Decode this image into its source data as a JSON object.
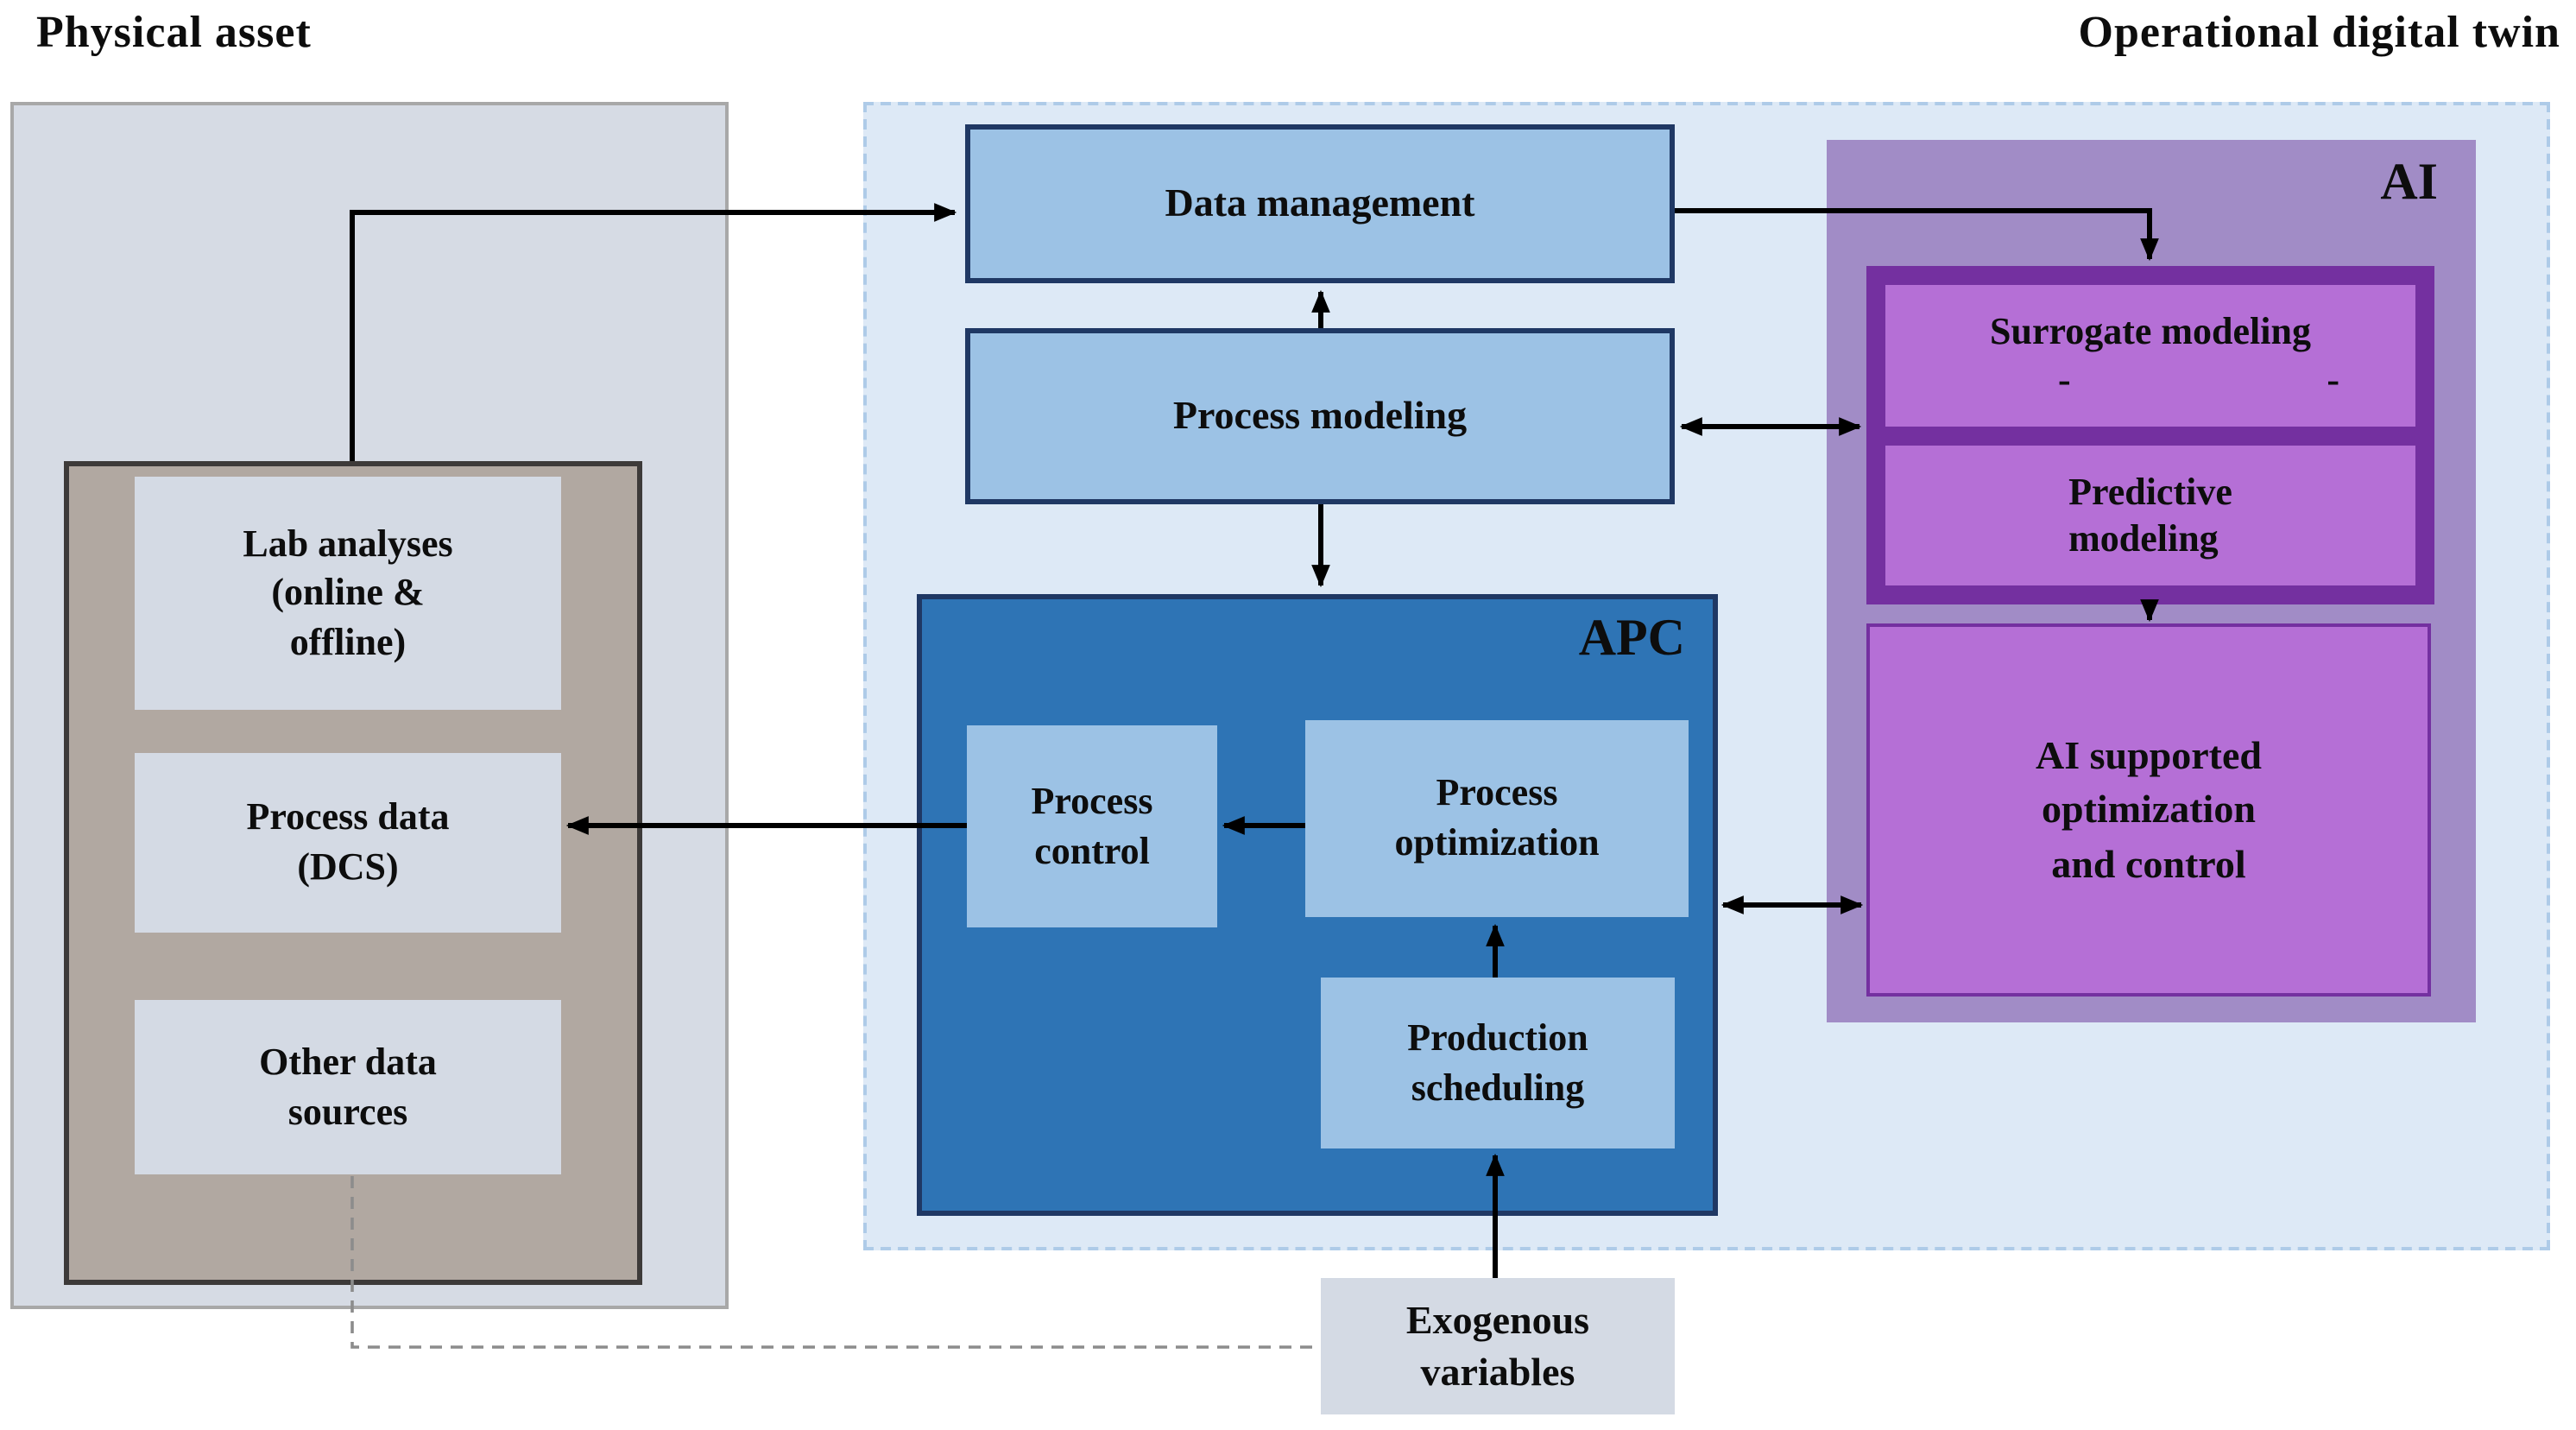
{
  "titles": {
    "physical_asset": "Physical asset",
    "digital_twin": "Operational digital twin"
  },
  "physical_asset": {
    "sources": [
      {
        "label": "Lab analyses\n(online &\noffline)"
      },
      {
        "label": "Process data\n(DCS)"
      },
      {
        "label": "Other data\nsources"
      }
    ]
  },
  "digital_twin": {
    "data_management": "Data management",
    "process_modeling": "Process modeling",
    "apc": {
      "label": "APC",
      "process_control": "Process\ncontrol",
      "process_optimization": "Process\noptimization",
      "production_scheduling": "Production\nscheduling"
    },
    "ai": {
      "label": "AI",
      "surrogate": "Surrogate modeling",
      "surrogate_dashes": [
        "-",
        "-"
      ],
      "predictive": "Predictive\nmodeling",
      "ai_supported": "AI supported\noptimization\nand control"
    }
  },
  "exogenous": "Exogenous\nvariables",
  "colors": {
    "light_blue_fill": "#9cc2e5",
    "navy_border": "#1f3864",
    "apc_fill": "#2e74b5",
    "dt_container_fill": "#dde9f6",
    "dt_dashed_border": "#aecbe8",
    "lavender_fill": "#a18cc6",
    "orchid_fill": "#b56fd6",
    "purple_border": "#7430a0",
    "physical_container_fill": "#d6dbe4",
    "physical_border": "#a8a8a8",
    "taupe_fill": "#b1a8a1",
    "taupe_border": "#3d3a39",
    "source_box_fill": "#d4dae4",
    "arrow_color": "#000000",
    "dashed_link_color": "#8c8c8c"
  }
}
